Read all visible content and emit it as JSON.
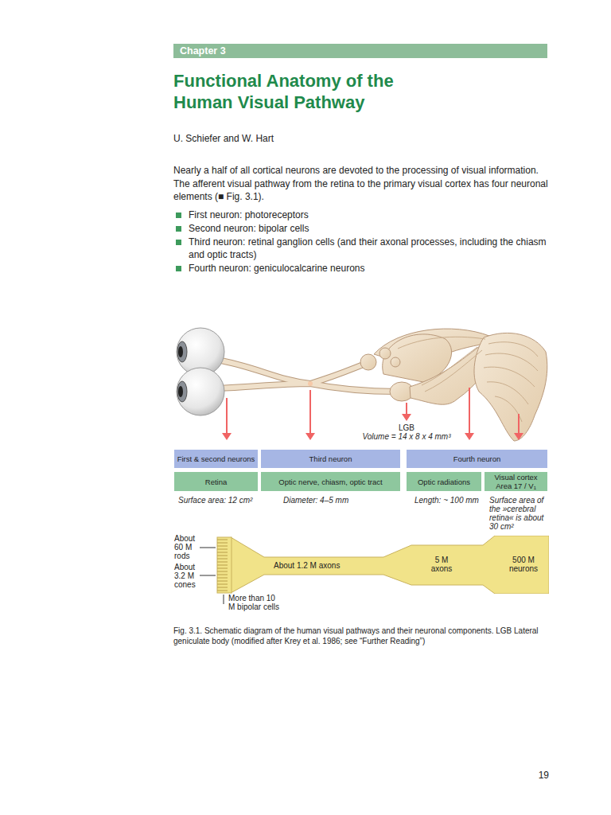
{
  "diagram": {
    "title": "Functional Anatomy of the Human Visual Pathway",
    "caption": "Fig. 3.1. Schematic diagram of the human visual pathways and their neuronal components. LGB Lateral geniculate body (modified after Krey et al. 1986; see “Further Reading”)",
    "nodes": [
      {
        "text": [
          "Chapter 3"
        ]
      },
      {
        "text": [
          "First & second neurons"
        ]
      },
      {
        "text": [
          "Third neuron"
        ]
      },
      {
        "text": [
          "Fourth neuron"
        ]
      },
      {
        "text": [
          "Retina"
        ]
      },
      {
        "text": [
          "Optic nerve, chiasm, optic tract"
        ]
      },
      {
        "text": [
          "Optic radiations"
        ]
      },
      {
        "text": [
          "Visual cortex Area 17 / V₁"
        ]
      },
      {
        "text": [
          "About 1.2 M axons",
          "5 M axons",
          "500 M neurons"
        ]
      }
    ],
    "labels": [
      "U. Schiefer and W. Hart",
      "Nearly a half of all cortical neurons are devoted to the processing of visual information. The afferent visual pathway from the retina to the primary visual cortex has four neuronal elements (■ Fig. 3.1).",
      "First neuron: photoreceptors",
      "Second neuron: bipolar cells",
      "Third neuron: retinal ganglion cells (and their axonal processes, including the chiasm and optic tracts)",
      "Fourth neuron: geniculocalcarine neurons",
      "LGB",
      "Volume = 14 x 8 x 4 mm³",
      "Surface area: 12 cm²",
      "Diameter: 4–5 mm",
      "Length: ~ 100 mm",
      "Surface area of the »cerebral retina« is about 30 cm²",
      "About 60 M rods",
      "About 3.2 M cones",
      "More than 10 M bipolar cells",
      "19"
    ]
  }
}
